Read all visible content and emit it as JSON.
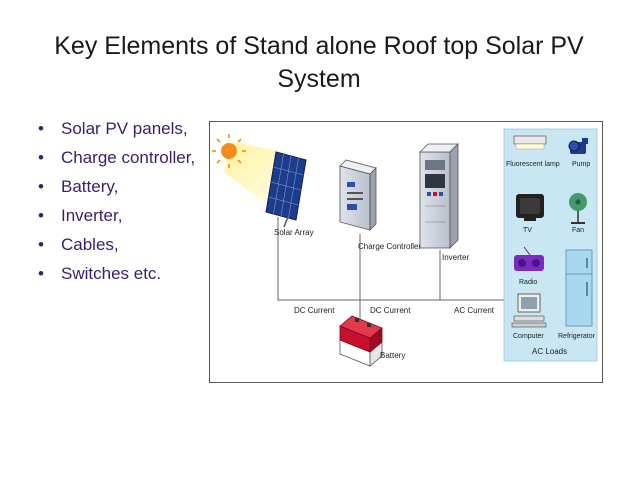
{
  "slide": {
    "title": "Key Elements of Stand alone Roof top Solar PV System"
  },
  "bullets": [
    "Solar PV panels,",
    "Charge controller,",
    "Battery,",
    "Inverter,",
    "Cables,",
    "Switches etc."
  ],
  "diagram": {
    "solar_array": "Solar Array",
    "charge_controller": "Charge Controller",
    "inverter": "Inverter",
    "battery": "Battery",
    "dc_current_1": "DC Current",
    "dc_current_2": "DC Current",
    "ac_current": "AC Current",
    "ac_loads": "AC Loads",
    "loads": {
      "fluorescent_lamp": "Fluorescent lamp",
      "pump": "Pump",
      "tv": "TV",
      "fan": "Fan",
      "radio": "Radio",
      "computer": "Computer",
      "refrigerator": "Refrigerator"
    }
  },
  "colors": {
    "bullet_text": "#3b1d6b",
    "loads_panel": "#c9e7f2",
    "battery_red": "#c8102e",
    "sun": "#f28c1c"
  }
}
